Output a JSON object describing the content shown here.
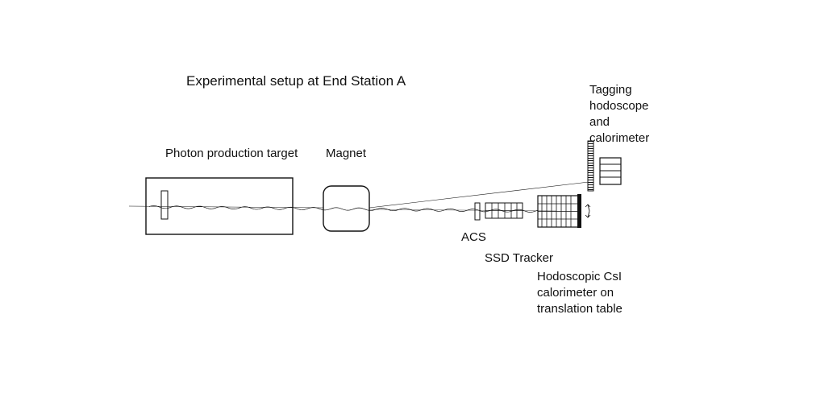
{
  "title": "Experimental setup at End Station A",
  "labels": {
    "target": "Photon production target",
    "magnet": "Magnet",
    "tagging": [
      "Tagging",
      "hodoscope",
      "and",
      "calorimeter"
    ],
    "acs": "ACS",
    "ssd": "SSD Tracker",
    "hodoscopic": [
      "Hodoscopic CsI",
      "calorimeter on",
      "translation table"
    ]
  },
  "colors": {
    "ink": "#111111",
    "background": "#ffffff"
  }
}
